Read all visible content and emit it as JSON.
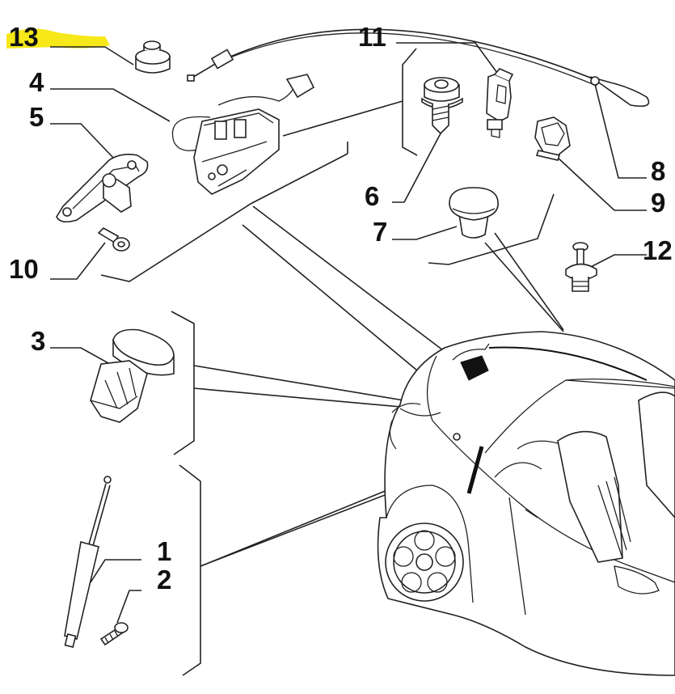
{
  "diagram": {
    "labels": {
      "l1": "1",
      "l2": "2",
      "l3": "3",
      "l4": "4",
      "l5": "5",
      "l6": "6",
      "l7": "7",
      "l8": "8",
      "l9": "9",
      "l10": "10",
      "l11": "11",
      "l12": "12",
      "l13": "13"
    },
    "colors": {
      "highlight": "#f5e600",
      "ink": "#222222"
    }
  }
}
